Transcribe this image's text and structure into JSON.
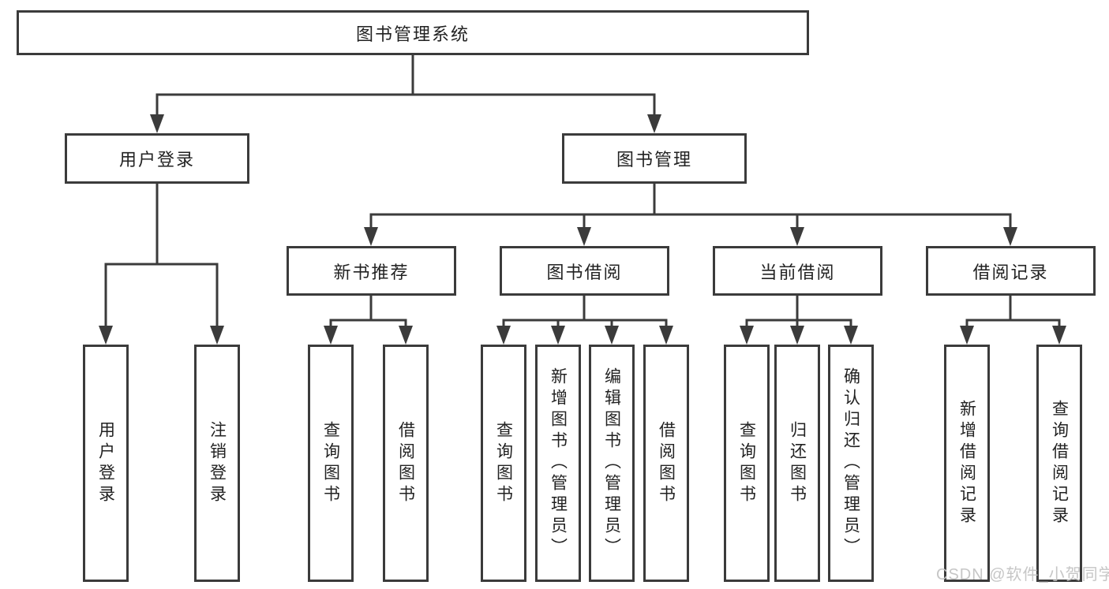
{
  "diagram": {
    "type": "hierarchy-tree",
    "root": {
      "label": "图书管理系统"
    },
    "level2": [
      {
        "label": "用户登录"
      },
      {
        "label": "图书管理"
      }
    ],
    "level3": [
      {
        "label": "新书推荐",
        "parent": "图书管理"
      },
      {
        "label": "图书借阅",
        "parent": "图书管理"
      },
      {
        "label": "当前借阅",
        "parent": "图书管理"
      },
      {
        "label": "借阅记录",
        "parent": "图书管理"
      }
    ],
    "leaves": [
      {
        "label": "用户登录",
        "parent": "用户登录"
      },
      {
        "label": "注销登录",
        "parent": "用户登录"
      },
      {
        "label": "查询图书",
        "parent": "新书推荐"
      },
      {
        "label": "借阅图书",
        "parent": "新书推荐"
      },
      {
        "label": "查询图书",
        "parent": "图书借阅"
      },
      {
        "label": "新增图书（管理员）",
        "parent": "图书借阅"
      },
      {
        "label": "编辑图书（管理员）",
        "parent": "图书借阅"
      },
      {
        "label": "借阅图书",
        "parent": "图书借阅"
      },
      {
        "label": "查询图书",
        "parent": "当前借阅"
      },
      {
        "label": "归还图书",
        "parent": "当前借阅"
      },
      {
        "label": "确认归还（管理员）",
        "parent": "当前借阅"
      },
      {
        "label": "新增借阅记录",
        "parent": "借阅记录"
      },
      {
        "label": "查询借阅记录",
        "parent": "借阅记录"
      }
    ]
  },
  "watermark": {
    "text": "CSDN @软件_小贺同学"
  },
  "colors": {
    "line": "#3b3b3b",
    "text": "#222222",
    "background": "#ffffff",
    "watermark": "#c3c3c3"
  }
}
